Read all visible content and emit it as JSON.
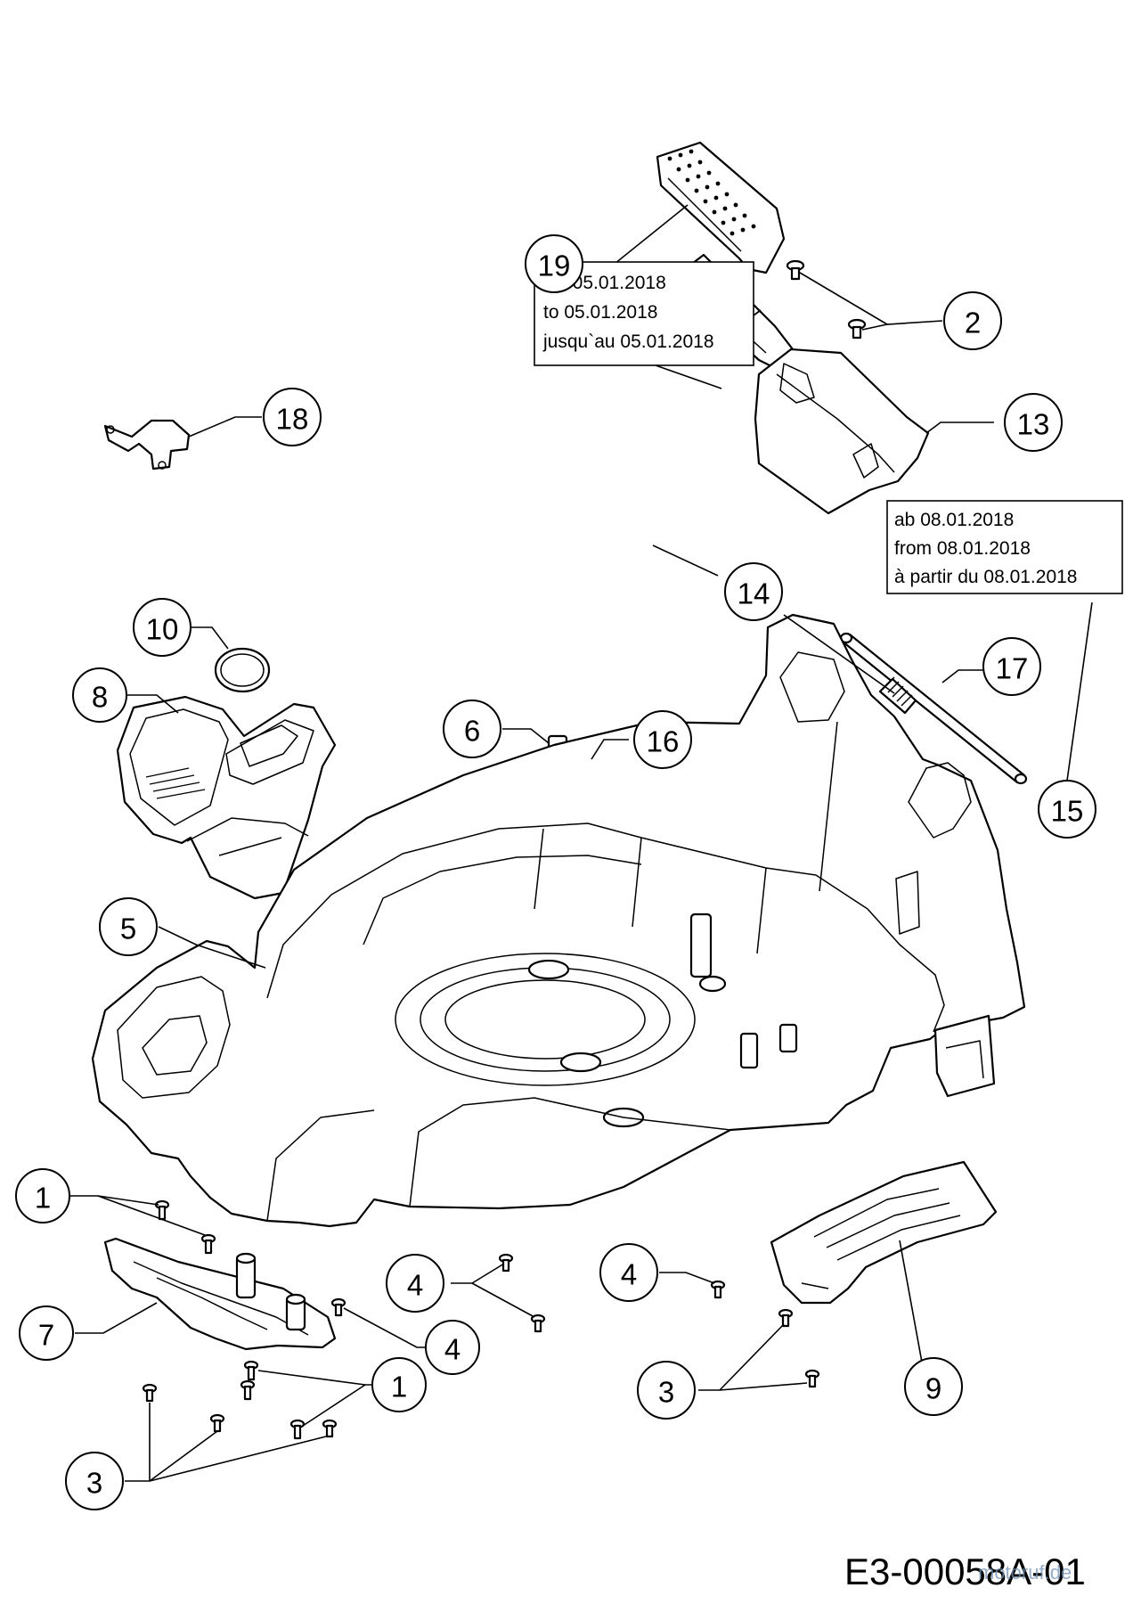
{
  "drawing_number": "E3-00058A-01",
  "watermark": "motoruf.de",
  "date_notes": {
    "before": [
      "bis 05.01.2018",
      "to 05.01.2018",
      "jusqu`au 05.01.2018"
    ],
    "after": [
      "ab 08.01.2018",
      "from 08.01.2018",
      "à partir du 08.01.2018"
    ]
  },
  "callouts": [
    "19",
    "2",
    "13",
    "18",
    "14",
    "15",
    "17",
    "10",
    "8",
    "6",
    "16",
    "5",
    "1",
    "7",
    "4",
    "3",
    "9"
  ]
}
